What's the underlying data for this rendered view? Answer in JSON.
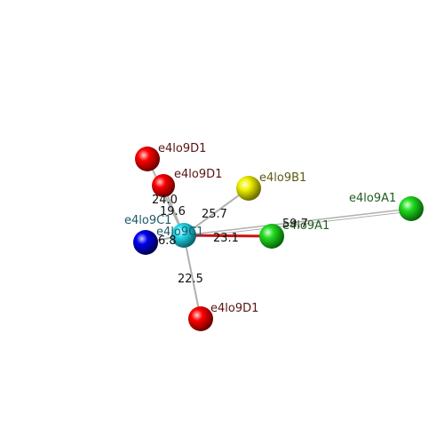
{
  "colors": {
    "label_dark_red": "#5a1414",
    "label_olive": "#5c5c14",
    "label_green": "#1f5f1f",
    "label_teal": "#1e5a66",
    "line_grey": "#b0b0b0",
    "line_red": "#cc1111",
    "atom_red": "#ff0000",
    "atom_yellow": "#f2f200",
    "atom_green": "#22dd22",
    "atom_blue": "#0000ee",
    "atom_cyan": "#22ddee"
  },
  "atoms": [
    {
      "id": "d1a",
      "label": "e4lo9D1",
      "color": "atom_red",
      "label_color": "label_dark_red"
    },
    {
      "id": "d1b",
      "label": "e4lo9D1",
      "color": "atom_red",
      "label_color": "label_dark_red"
    },
    {
      "id": "b1",
      "label": "e4lo9B1",
      "color": "atom_yellow",
      "label_color": "label_olive"
    },
    {
      "id": "a1far",
      "label": "e4lo9A1",
      "color": "atom_green",
      "label_color": "label_green"
    },
    {
      "id": "c1blue",
      "label": "e4lo9C1",
      "color": "atom_blue",
      "label_color": "label_teal"
    },
    {
      "id": "c1",
      "label": "e4lo9C1",
      "color": "atom_cyan",
      "label_color": "label_teal"
    },
    {
      "id": "a1near",
      "label": "e4lo9A1",
      "color": "atom_green",
      "label_color": "label_green"
    },
    {
      "id": "d1c",
      "label": "e4lo9D1",
      "color": "atom_red",
      "label_color": "label_dark_red"
    }
  ],
  "distances": [
    {
      "value": "24.0"
    },
    {
      "value": "19.6"
    },
    {
      "value": "25.7"
    },
    {
      "value": "6.8"
    },
    {
      "value": "23.1"
    },
    {
      "value": "59.7"
    },
    {
      "value": "22.5"
    }
  ]
}
